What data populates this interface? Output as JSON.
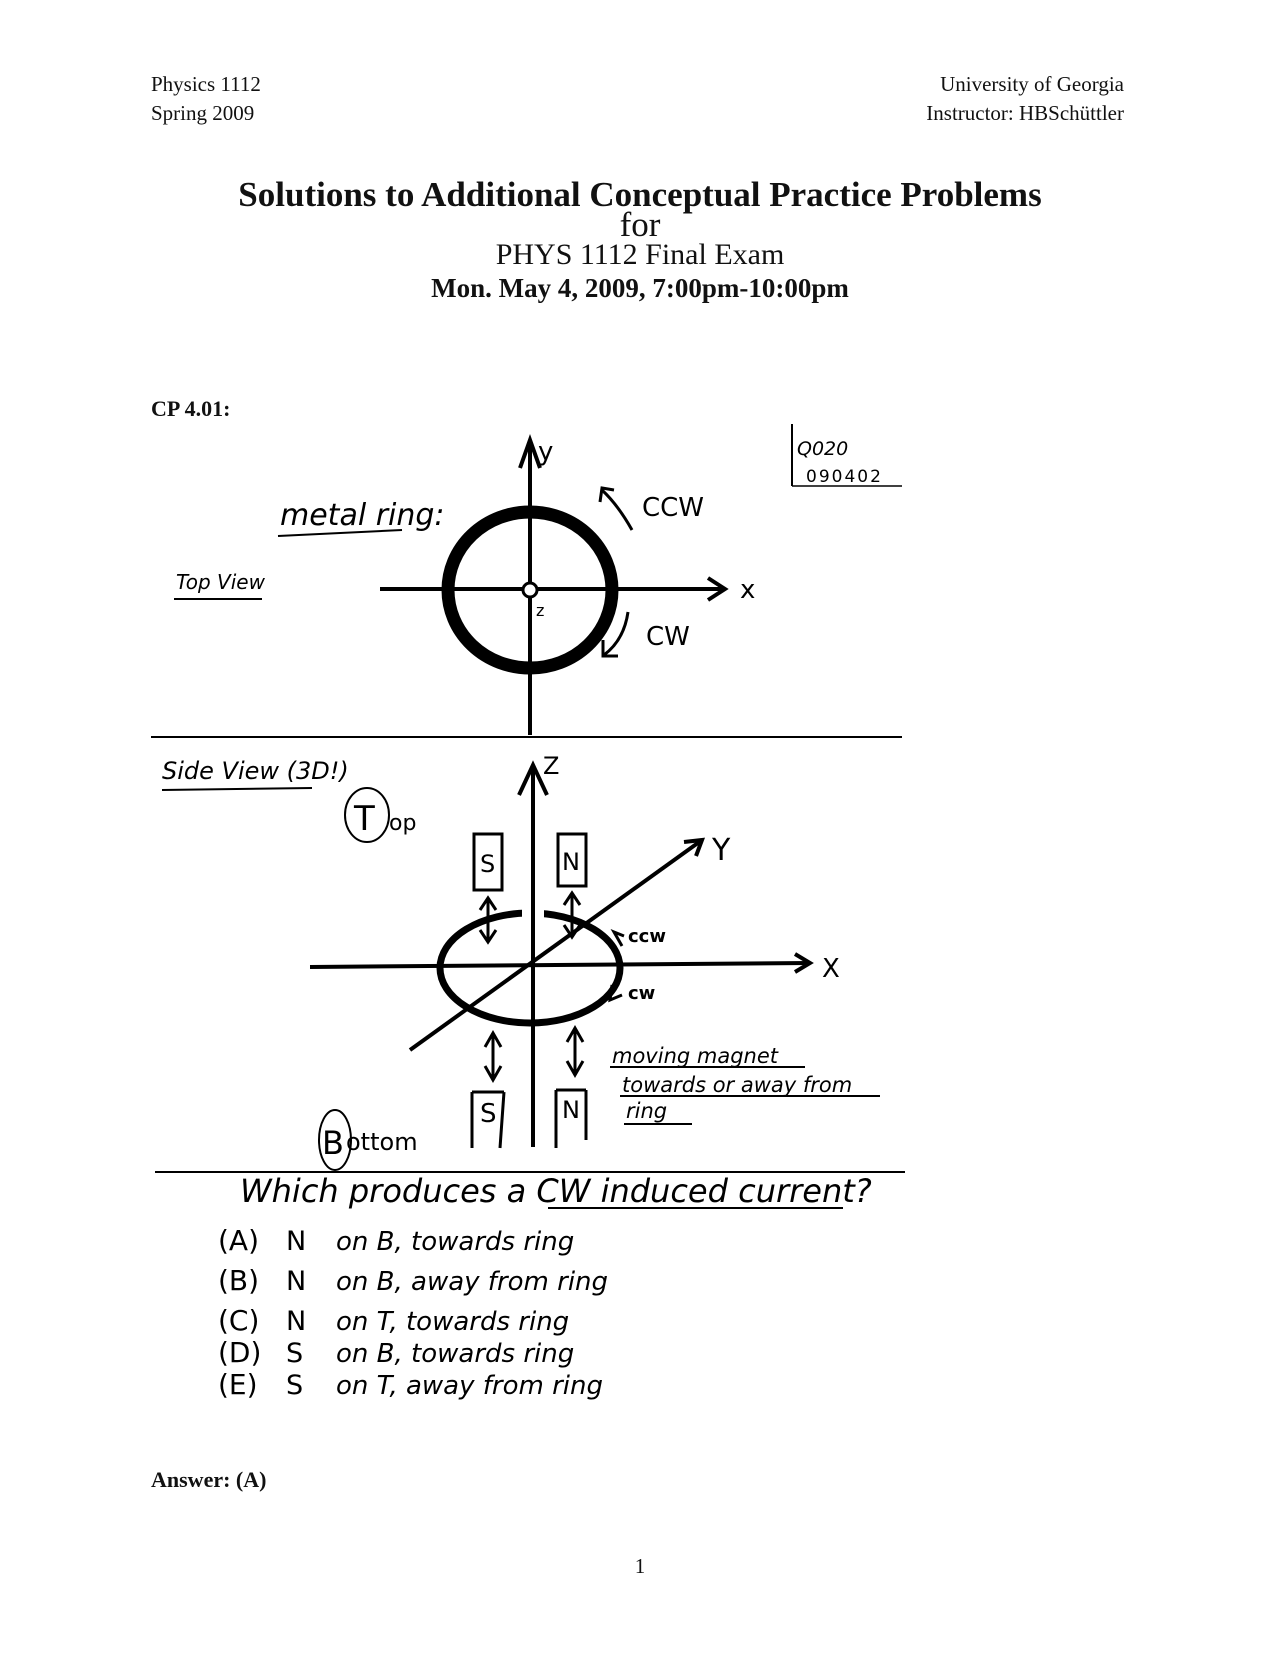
{
  "header": {
    "course": "Physics 1112",
    "term": "Spring 2009",
    "university": "University of Georgia",
    "instructor": "Instructor: HBSchüttler"
  },
  "title": {
    "line1": "Solutions to Additional Conceptual Practice Problems",
    "line2": "for",
    "line3": "PHYS 1112 Final Exam",
    "line4": "Mon.  May 4, 2009, 7:00pm-10:00pm"
  },
  "problem": {
    "label": "CP 4.01:",
    "code_line1": "Q020",
    "code_line2": "090402",
    "top_view": {
      "label": "Top View",
      "ring_label": "metal ring:",
      "axis_x": "x",
      "axis_y": "y",
      "axis_z": "z",
      "ccw": "CCW",
      "cw": "CW"
    },
    "side_view": {
      "label": "Side View (3D!)",
      "top_label": "Top",
      "bottom_label": "Bottom",
      "axis_z": "Z",
      "axis_x": "X",
      "axis_y": "Y",
      "ccw": "ccw",
      "cw": "cw",
      "magnet_s": "S",
      "magnet_n": "N",
      "note_line1": "moving magnet",
      "note_line2": "towards  or  away from",
      "note_line3": "ring"
    },
    "question": "Which produces a CW induced current?",
    "options": [
      {
        "letter": "(A)",
        "pole": "N",
        "text": "on B,  towards ring"
      },
      {
        "letter": "(B)",
        "pole": "N",
        "text": "on B,  away from ring"
      },
      {
        "letter": "(C)",
        "pole": "N",
        "text": "on T,  towards ring"
      },
      {
        "letter": "(D)",
        "pole": "S",
        "text": "on B,  towards ring"
      },
      {
        "letter": "(E)",
        "pole": "S",
        "text": "on T,  away from ring"
      }
    ]
  },
  "answer": "Answer:  (A)",
  "page_number": "1"
}
